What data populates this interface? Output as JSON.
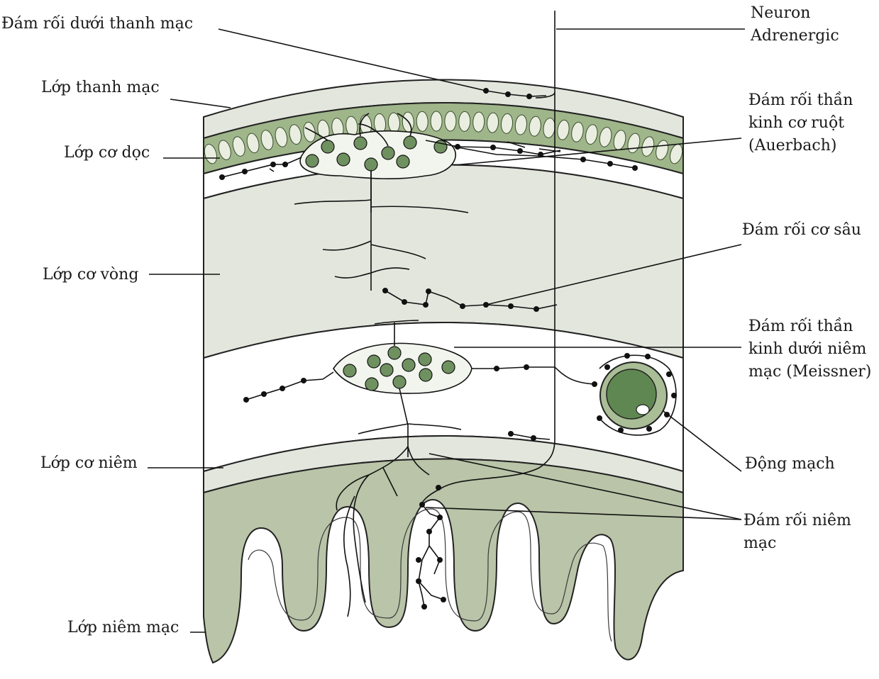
{
  "labels": {
    "subserosal_plexus": "Đám rối dưới thanh mạc",
    "adrenergic_neuron_1": "Neuron",
    "adrenergic_neuron_2": "Adrenergic",
    "serosa": "Lớp thanh mạc",
    "myenteric_plexus_1": "Đám rối thần",
    "myenteric_plexus_2": "kinh cơ ruột",
    "myenteric_plexus_3": "(Auerbach)",
    "longitudinal_muscle": "Lớp cơ dọc",
    "deep_muscular_plexus": "Đám rối cơ sâu",
    "circular_muscle": "Lớp cơ vòng",
    "submucosal_plexus_1": "Đám rối thần",
    "submucosal_plexus_2": "kinh dưới niêm",
    "submucosal_plexus_3": "mạc (Meissner)",
    "muscularis_mucosae": "Lớp cơ niêm",
    "artery": "Động mạch",
    "mucosal_plexus_1": "Đám rối niêm",
    "mucosal_plexus_2": "mạc",
    "mucosa": "Lớp niêm mạc"
  },
  "colors": {
    "layer_fill": "#e3e6dd",
    "mucosa_fill": "#b9c4a8",
    "muscle_fill": "#9fb58a",
    "muscle_cell": "#e9eee0",
    "ganglion_cell": "#6f9160",
    "ganglion_fill": "#f2f4ee",
    "artery_wall": "#a9bd96",
    "artery_lumen": "#5f8752",
    "line": "#111111"
  }
}
